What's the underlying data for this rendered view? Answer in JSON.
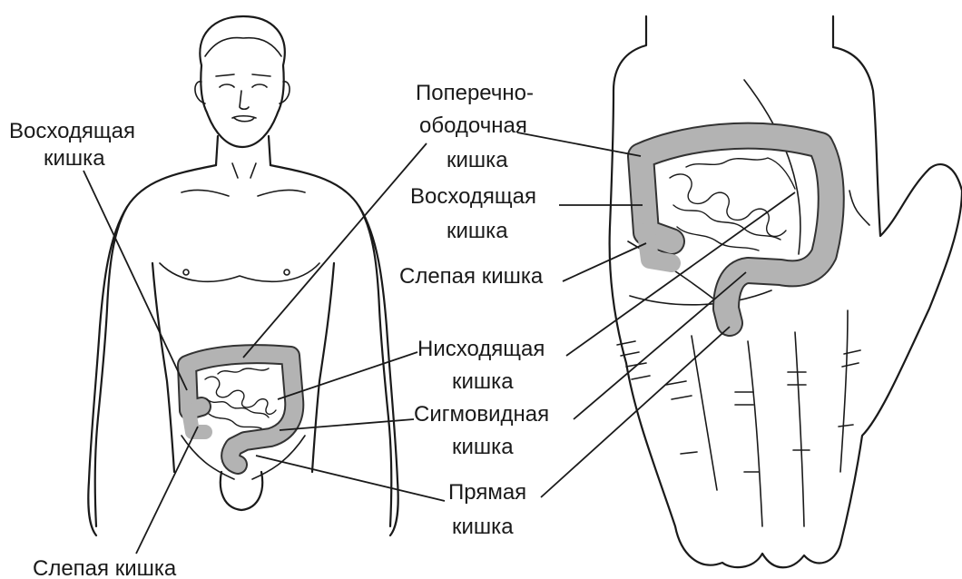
{
  "colors": {
    "colon_fill": "#b3b3b3",
    "outline": "#1a1a1a",
    "background": "#ffffff"
  },
  "figures": [
    "human-torso-front-view",
    "left-palm"
  ],
  "body_labels": {
    "ascending_l1": "Восходящая",
    "ascending_l2": "кишка",
    "cecum": "Слепая кишка"
  },
  "center_labels": {
    "transverse_l1": "Поперечно-",
    "transverse_l2": "ободочная",
    "transverse_l3": "кишка",
    "ascending_l1": "Восходящая",
    "ascending_l2": "кишка",
    "cecum": "Слепая кишка",
    "descending_l1": "Нисходящая",
    "descending_l2": "кишка",
    "sigmoid_l1": "Сигмовидная",
    "sigmoid_l2": "кишка",
    "rectum_l1": "Прямая",
    "rectum_l2": "кишка"
  }
}
